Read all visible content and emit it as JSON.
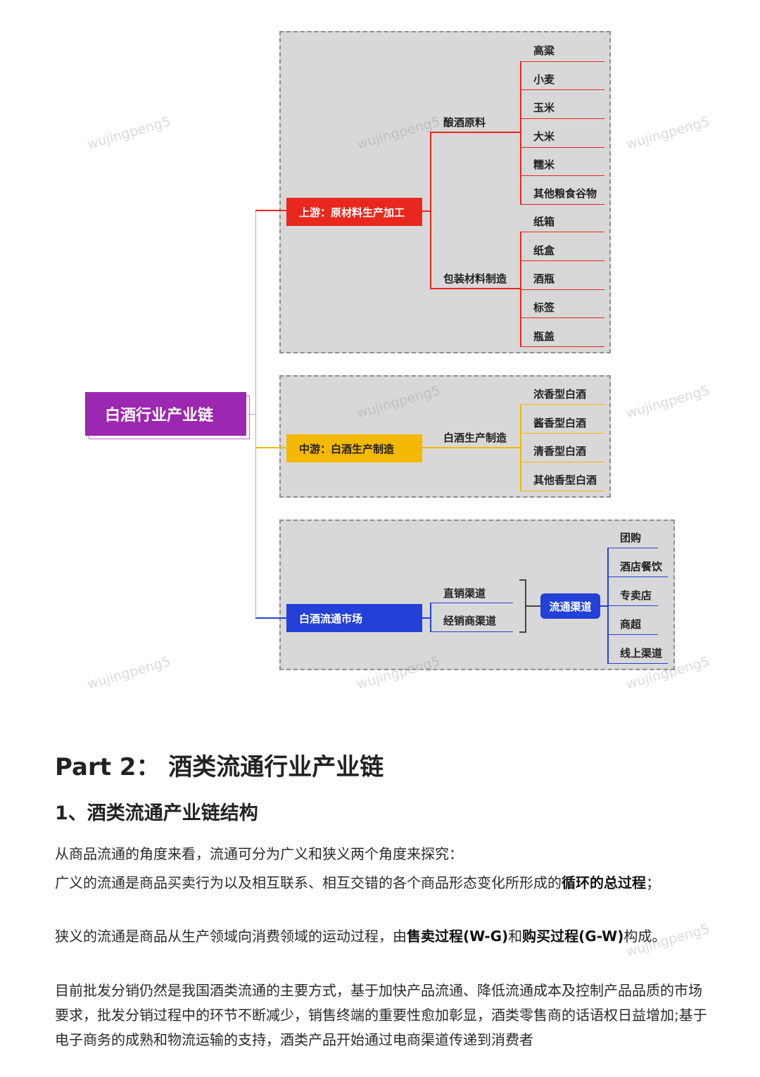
{
  "diagram": {
    "root": "白酒行业产业链",
    "upstream": {
      "label": "上游：原材料生产加工",
      "groups": [
        {
          "label": "酿酒原料",
          "items": [
            "高粱",
            "小麦",
            "玉米",
            "大米",
            "糯米",
            "其他粮食谷物"
          ]
        },
        {
          "label": "包装材料制造",
          "items": [
            "纸箱",
            "纸盒",
            "酒瓶",
            "标签",
            "瓶盖"
          ]
        }
      ]
    },
    "midstream": {
      "label": "中游：白酒生产制造",
      "group": {
        "label": "白酒生产制造",
        "items": [
          "浓香型白酒",
          "酱香型白酒",
          "清香型白酒",
          "其他香型白酒"
        ]
      }
    },
    "market": {
      "label": "白酒流通市场",
      "channels": [
        "直销渠道",
        "经销商渠道"
      ],
      "hub": "流通渠道",
      "items": [
        "团购",
        "酒店餐饮",
        "专卖店",
        "商超",
        "线上渠道"
      ]
    },
    "colors": {
      "purple": "#9c27b0",
      "red": "#e8281e",
      "yellow": "#f5b800",
      "blue": "#2340d8"
    }
  },
  "watermark": "wujingpeng5",
  "article": {
    "part_title": "Part 2：  酒类流通行业产业链",
    "section_title": "1、酒类流通产业链结构",
    "p1": "从商品流通的角度来看，流通可分为广义和狭义两个角度来探究：",
    "p2_text": "广义的流通是商品买卖行为以及相互联系、相互交错的各个商品形态变化所形成的",
    "p2_bold": "循环的总过程",
    "p2_end": "；",
    "p3_text": "狭义的流通是商品从生产领域向消费领域的运动过程，由",
    "p3_bold1": "售卖过程(W-G)",
    "p3_mid": "和",
    "p3_bold2": "购买过程(G-W)",
    "p3_end": "构成。",
    "p4": "目前批发分销仍然是我国酒类流通的主要方式，基于加快产品流通、降低流通成本及控制产品品质的市场要求，批发分销过程中的环节不断减少，销售终端的重要性愈加彰显，酒类零售商的话语权日益增加;基于电子商务的成熟和物流运输的支持，酒类产品开始通过电商渠道传递到消费者"
  }
}
